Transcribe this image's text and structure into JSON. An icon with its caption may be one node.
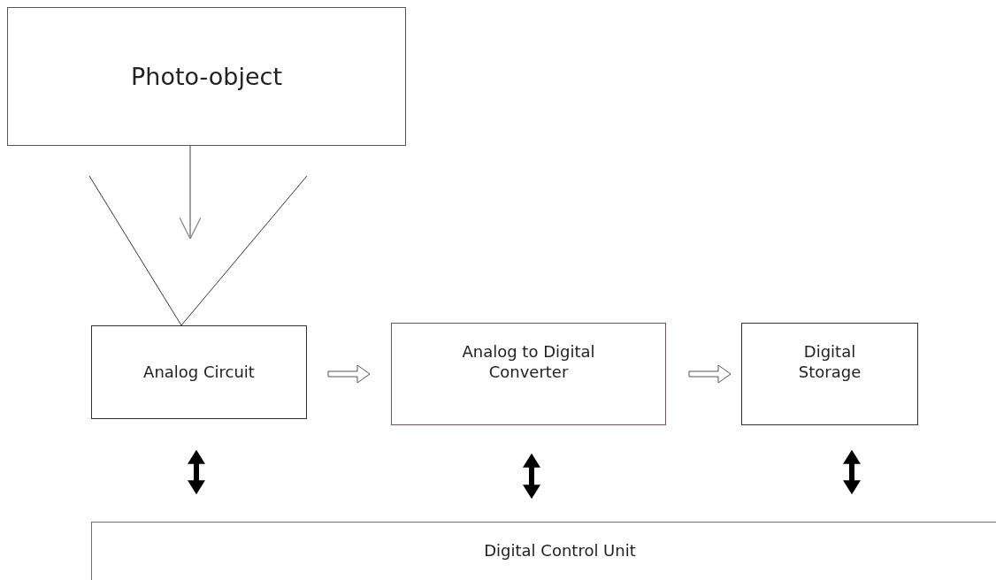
{
  "diagram": {
    "nodes": [
      {
        "text": [
          "Photo-object"
        ]
      },
      {
        "text": [
          "Analog Circuit"
        ]
      },
      {
        "text": [
          "Analog to Digital Converter"
        ]
      },
      {
        "text": [
          "Digital Storage"
        ]
      },
      {
        "text": [
          "Digital Control Unit"
        ]
      }
    ],
    "edges": [
      {
        "from": 0,
        "to": 1,
        "arrow": "to",
        "color": "#808080"
      },
      {
        "from": 1,
        "to": 2,
        "arrow": "to"
      },
      {
        "from": 2,
        "to": 3,
        "arrow": "to"
      },
      {
        "from": 1,
        "to": 4,
        "arrow": "both"
      },
      {
        "from": 2,
        "to": 4,
        "arrow": "both"
      },
      {
        "from": 3,
        "to": 4,
        "arrow": "both"
      }
    ]
  }
}
